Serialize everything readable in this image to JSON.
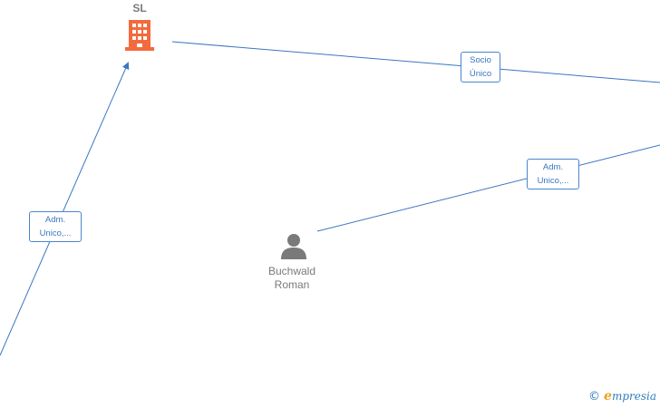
{
  "nodes": {
    "company": {
      "label": "SL",
      "icon": "building-icon",
      "color": "#f26a3d"
    },
    "person": {
      "name_line1": "Buchwald",
      "name_line2": "Roman",
      "icon": "person-icon",
      "color": "#7a7a7a"
    }
  },
  "edges": [
    {
      "label_line1": "Socio",
      "label_line2": "Único"
    },
    {
      "label_line1": "Adm.",
      "label_line2": "Unico,..."
    },
    {
      "label_line1": "Adm.",
      "label_line2": "Unico,..."
    }
  ],
  "watermark": {
    "symbol": "©",
    "brand_initial": "e",
    "brand_rest": "mpresia"
  },
  "colors": {
    "edge": "#3b76c2",
    "edge_label_border": "#4a86d0"
  }
}
